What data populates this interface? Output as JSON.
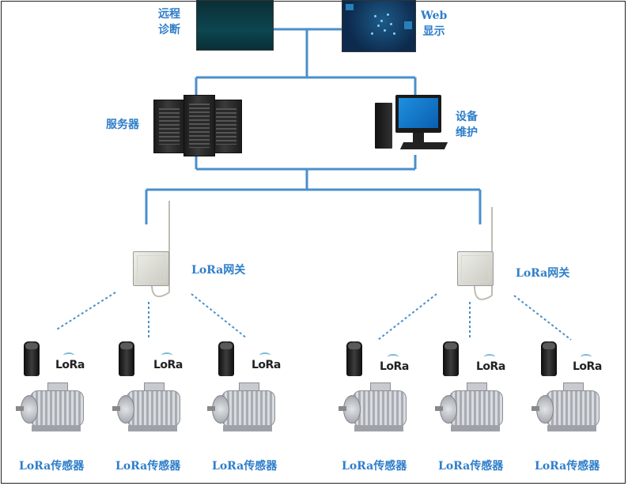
{
  "labels": {
    "remote_diagnosis": [
      "远程",
      "诊断"
    ],
    "web_display": [
      "Web",
      "显示"
    ],
    "server": "服务器",
    "device_maintenance": [
      "设备",
      "维护"
    ],
    "gateway": "LoRa网关",
    "sensor": "LoRa传感器",
    "lora_logo": "LoRa"
  },
  "gateways": [
    {
      "label": "LoRa网关"
    },
    {
      "label": "LoRa网关"
    }
  ],
  "sensors": [
    {
      "label": "LoRa传感器",
      "logo": "LoRa"
    },
    {
      "label": "LoRa传感器",
      "logo": "LoRa"
    },
    {
      "label": "LoRa传感器",
      "logo": "LoRa"
    },
    {
      "label": "LoRa传感器",
      "logo": "LoRa"
    },
    {
      "label": "LoRa传感器",
      "logo": "LoRa"
    },
    {
      "label": "LoRa传感器",
      "logo": "LoRa"
    }
  ],
  "colors": {
    "wire": "#4a8fcb",
    "label": "#2e7ec9",
    "wireless": "#4a8fcb"
  },
  "icons": [
    "ecg-monitor-icon",
    "web-dashboard-icon",
    "server-rack-icon",
    "desktop-computer-icon",
    "gateway-antenna-icon",
    "sensor-probe-icon",
    "electric-motor-icon"
  ]
}
